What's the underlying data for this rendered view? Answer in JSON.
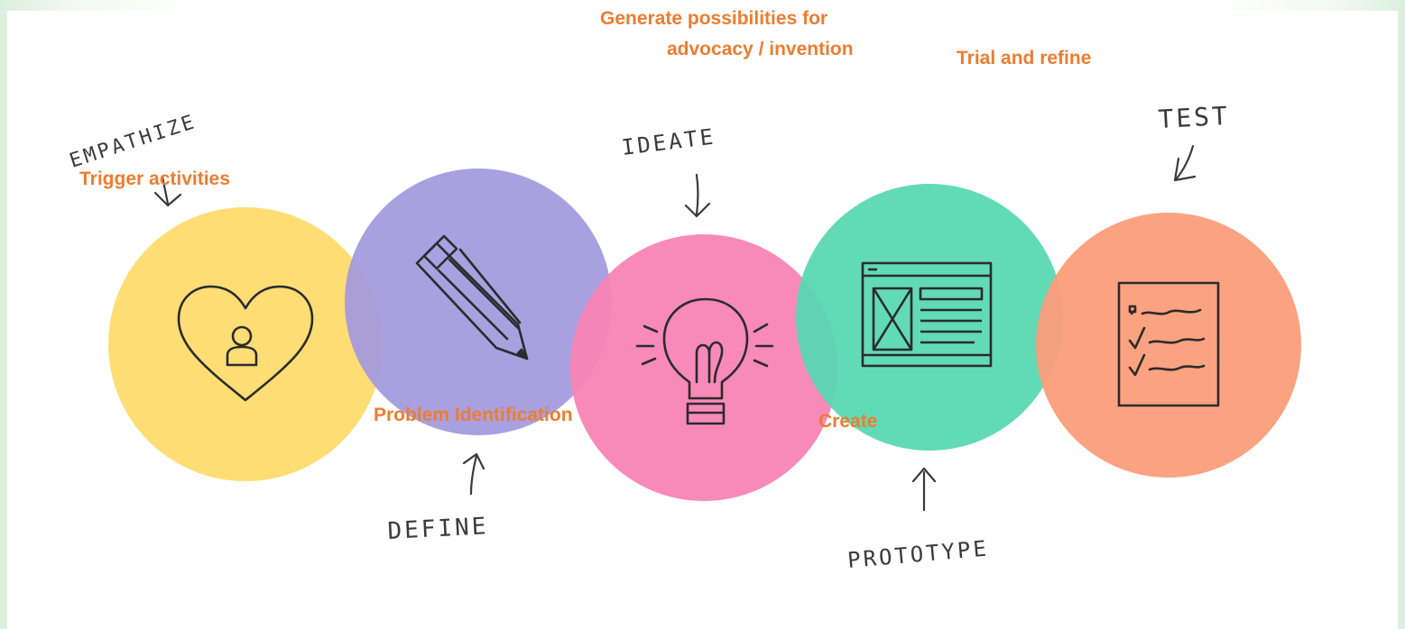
{
  "diagram": {
    "stages": [
      {
        "label": "EMPATHIZE",
        "icon": "heart-person-icon",
        "color": "#fedb6e"
      },
      {
        "label": "DEFINE",
        "icon": "pencil-icon",
        "color": "#a49bde"
      },
      {
        "label": "IDEATE",
        "icon": "lightbulb-icon",
        "color": "#f884b6"
      },
      {
        "label": "PROTOTYPE",
        "icon": "wireframe-icon",
        "color": "#5ad8b2"
      },
      {
        "label": "TEST",
        "icon": "checklist-icon",
        "color": "#fb9d7a"
      }
    ],
    "annotations": {
      "trigger": "Trigger activities",
      "problem": "Problem Identification",
      "generate_line1": "Generate possibilities for",
      "generate_line2": "advocacy / invention",
      "create": "Create",
      "trial": "Trial and refine"
    },
    "annotation_color": "#ec7d31"
  }
}
